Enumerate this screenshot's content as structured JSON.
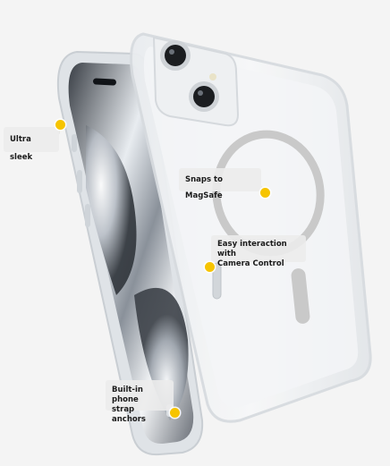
{
  "callouts": {
    "ultra_sleek": "Ultra sleek",
    "magsafe": "Snaps to MagSafe",
    "camera_control": "Easy interaction with\nCamera Control",
    "strap_anchors": "Built-in phone\nstrap anchors"
  },
  "colors": {
    "background": "#f4f4f4",
    "marker": "#f6c400",
    "label_bg": "#ececec",
    "magsafe_ring": "#c9c9c9"
  }
}
